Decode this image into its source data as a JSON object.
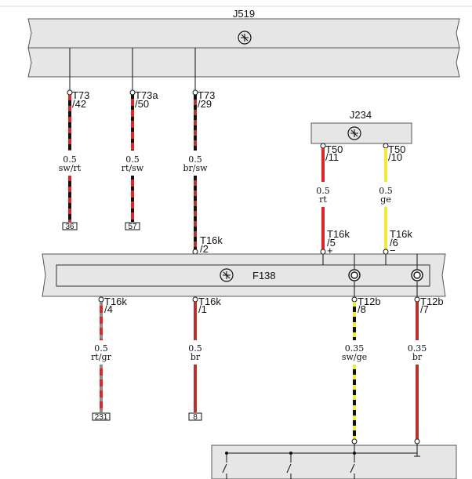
{
  "components": {
    "j519": "J519",
    "j234": "J234",
    "f138": "F138"
  },
  "wires": [
    {
      "pin_top": "T73",
      "pin_top_num": "/42",
      "size": "0.5",
      "color_code": "sw/rt",
      "bottom_box": "36"
    },
    {
      "pin_top": "T73a",
      "pin_top_num": "/50",
      "size": "0.5",
      "color_code": "rt/sw",
      "bottom_box": "57"
    },
    {
      "pin_top": "T73",
      "pin_top_num": "/29",
      "size": "0.5",
      "color_code": "br/sw",
      "pin_bottom": "T16k",
      "pin_bottom_num": "/2"
    },
    {
      "pin_top": "T50",
      "pin_top_num": "/11",
      "size": "0.5",
      "color_code": "rt",
      "pin_bottom": "T16k",
      "pin_bottom_num": "/5",
      "polarity": "+"
    },
    {
      "pin_top": "T50",
      "pin_top_num": "/10",
      "size": "0.5",
      "color_code": "ge",
      "pin_bottom": "T16k",
      "pin_bottom_num": "/6",
      "polarity": "−"
    }
  ],
  "lower_wires": [
    {
      "pin_top": "T16k",
      "pin_top_num": "/4",
      "size": "0.5",
      "color_code": "rt/gr",
      "bottom_box": "231"
    },
    {
      "pin_top": "T16k",
      "pin_top_num": "/1",
      "size": "0.5",
      "color_code": "br",
      "bottom_box": "8"
    },
    {
      "pin_top": "T12b",
      "pin_top_num": "/8",
      "size": "0.35",
      "color_code": "sw/ge"
    },
    {
      "pin_top": "T12b",
      "pin_top_num": "/7",
      "size": "0.35",
      "color_code": "br"
    }
  ],
  "colors": {
    "red": "#e0252a",
    "black": "#111111",
    "brown": "#b5332e",
    "yellow": "#f5e63a",
    "gray": "#8c8c8c",
    "panel_fill": "#e6e6e6",
    "panel_stroke": "#555555"
  }
}
